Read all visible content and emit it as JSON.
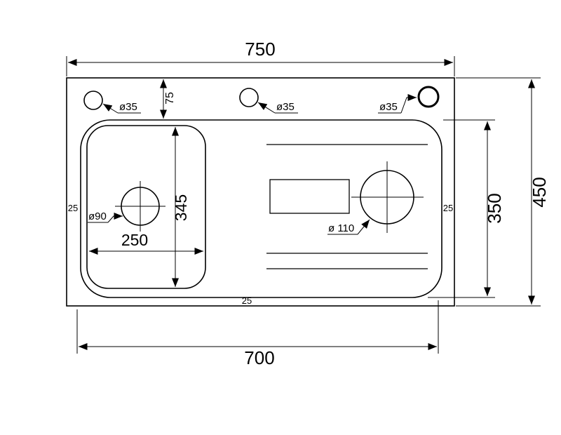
{
  "drawing": {
    "type": "technical-diagram",
    "subject": "kitchen sink top view with dimension annotations",
    "line_color": "#000000",
    "background": "#ffffff",
    "labels": {
      "overall_width": "750",
      "overall_depth": "450",
      "inner_depth": "350",
      "rim_width": "700",
      "bowl_width": "250",
      "bowl_depth": "345",
      "top_offset": "75",
      "left_margin": "25",
      "right_margin": "25",
      "bottom_margin": "25",
      "faucet_hole_left": "ø35",
      "faucet_hole_center": "ø35",
      "faucet_hole_right": "ø35",
      "left_drain": "ø90",
      "right_drain": "ø 110"
    }
  }
}
